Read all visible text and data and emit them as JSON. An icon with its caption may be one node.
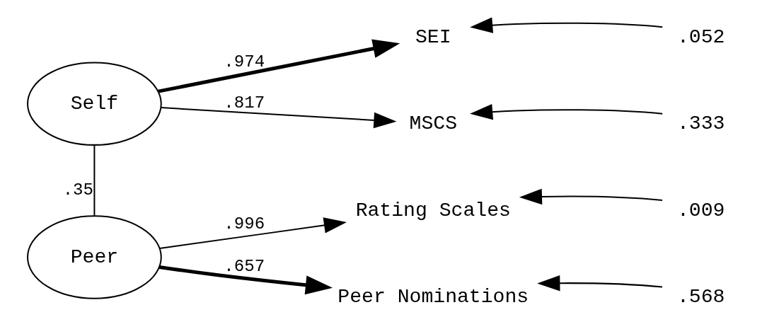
{
  "diagram": {
    "nodes": [
      {
        "text": [
          "Self"
        ]
      },
      {
        "text": [
          "Peer"
        ]
      },
      {
        "text": [
          "SEI"
        ]
      },
      {
        "text": [
          "MSCS"
        ]
      },
      {
        "text": [
          "Rating Scales"
        ]
      },
      {
        "text": [
          "Peer Nominations"
        ]
      },
      {
        "text": [
          ".052"
        ]
      },
      {
        "text": [
          ".333"
        ]
      },
      {
        "text": [
          ".009"
        ]
      },
      {
        "text": [
          ".568"
        ]
      }
    ],
    "edges": [
      {
        "from": 0,
        "to": 1,
        "arrow": "none",
        "label": ".35"
      },
      {
        "from": 0,
        "to": 2,
        "arrow": "to",
        "label": ".974",
        "style": "thick"
      },
      {
        "from": 0,
        "to": 3,
        "arrow": "to",
        "label": ".817"
      },
      {
        "from": 1,
        "to": 4,
        "arrow": "to",
        "label": ".996"
      },
      {
        "from": 1,
        "to": 5,
        "arrow": "to",
        "label": ".657",
        "style": "thick"
      },
      {
        "from": 6,
        "to": 2,
        "arrow": "to"
      },
      {
        "from": 7,
        "to": 3,
        "arrow": "to"
      },
      {
        "from": 8,
        "to": 4,
        "arrow": "to"
      },
      {
        "from": 9,
        "to": 5,
        "arrow": "to"
      }
    ]
  }
}
